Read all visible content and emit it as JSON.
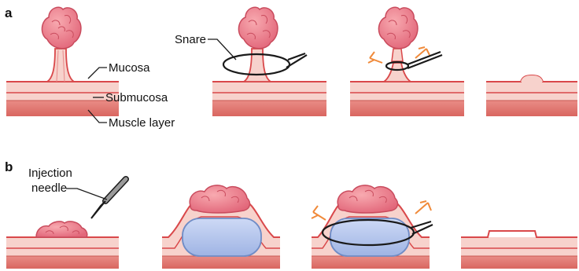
{
  "panels": [
    {
      "letter": "a",
      "labels": {
        "mucosa": "Mucosa",
        "submucosa": "Submucosa",
        "muscle": "Muscle layer",
        "snare": "Snare"
      }
    },
    {
      "letter": "b",
      "labels": {
        "injection_line1": "Injection",
        "injection_line2": "needle"
      }
    }
  ],
  "colors": {
    "tissue_fill": "#f7d2cc",
    "tissue_line": "#d9484a",
    "muscle": "#e27c78",
    "polyp": "#ef8a93",
    "polyp_dark": "#d8566a",
    "fluid": "#b9c9ee",
    "fluid_edge": "#6f8cc6",
    "spark": "#f08a3a",
    "wire": "#1a1a1a"
  },
  "icons": [
    "polyp-icon",
    "snare-icon",
    "injection-needle-icon",
    "spark-icon",
    "saline-bleb-icon"
  ]
}
